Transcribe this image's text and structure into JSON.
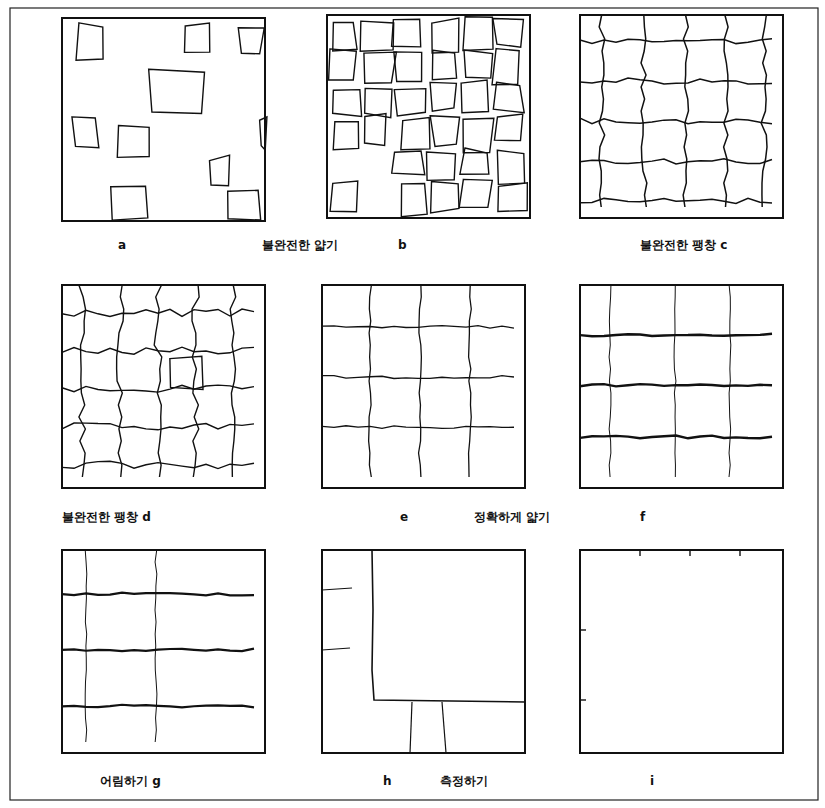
{
  "diagram": {
    "labels": [
      "a",
      "불완전한 얇기",
      "b",
      "불완전한 팽창 c",
      "불완전한 팽창 d",
      "e",
      "정확하게 얇기",
      "f",
      "어림하기 g",
      "h",
      "측정하기",
      "i"
    ]
  }
}
